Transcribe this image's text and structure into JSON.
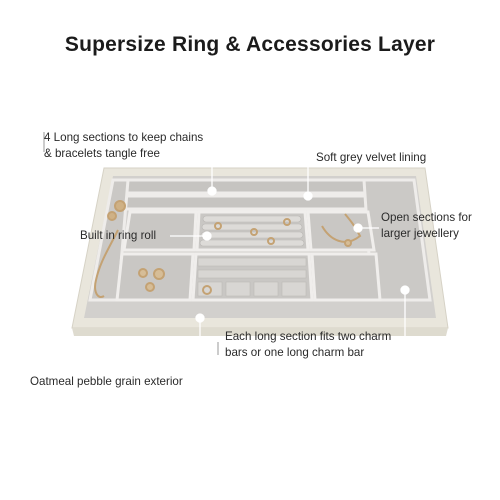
{
  "title": "Supersize Ring & Accessories Layer",
  "callouts": {
    "long_sections": "4 Long sections to keep chains & bracelets tangle free",
    "velvet": "Soft grey velvet lining",
    "ring_roll": "Built in ring roll",
    "open_sections": "Open sections for larger jewellery",
    "charm_bars": "Each long section fits two charm bars or one long charm bar",
    "exterior": "Oatmeal pebble grain exterior"
  },
  "colors": {
    "exterior": "#e8e5da",
    "velvet": "#d3d1cf",
    "velvet_dark": "#bdbbb8",
    "jewellery": "#c8a77a",
    "leader": "#ffffff"
  }
}
